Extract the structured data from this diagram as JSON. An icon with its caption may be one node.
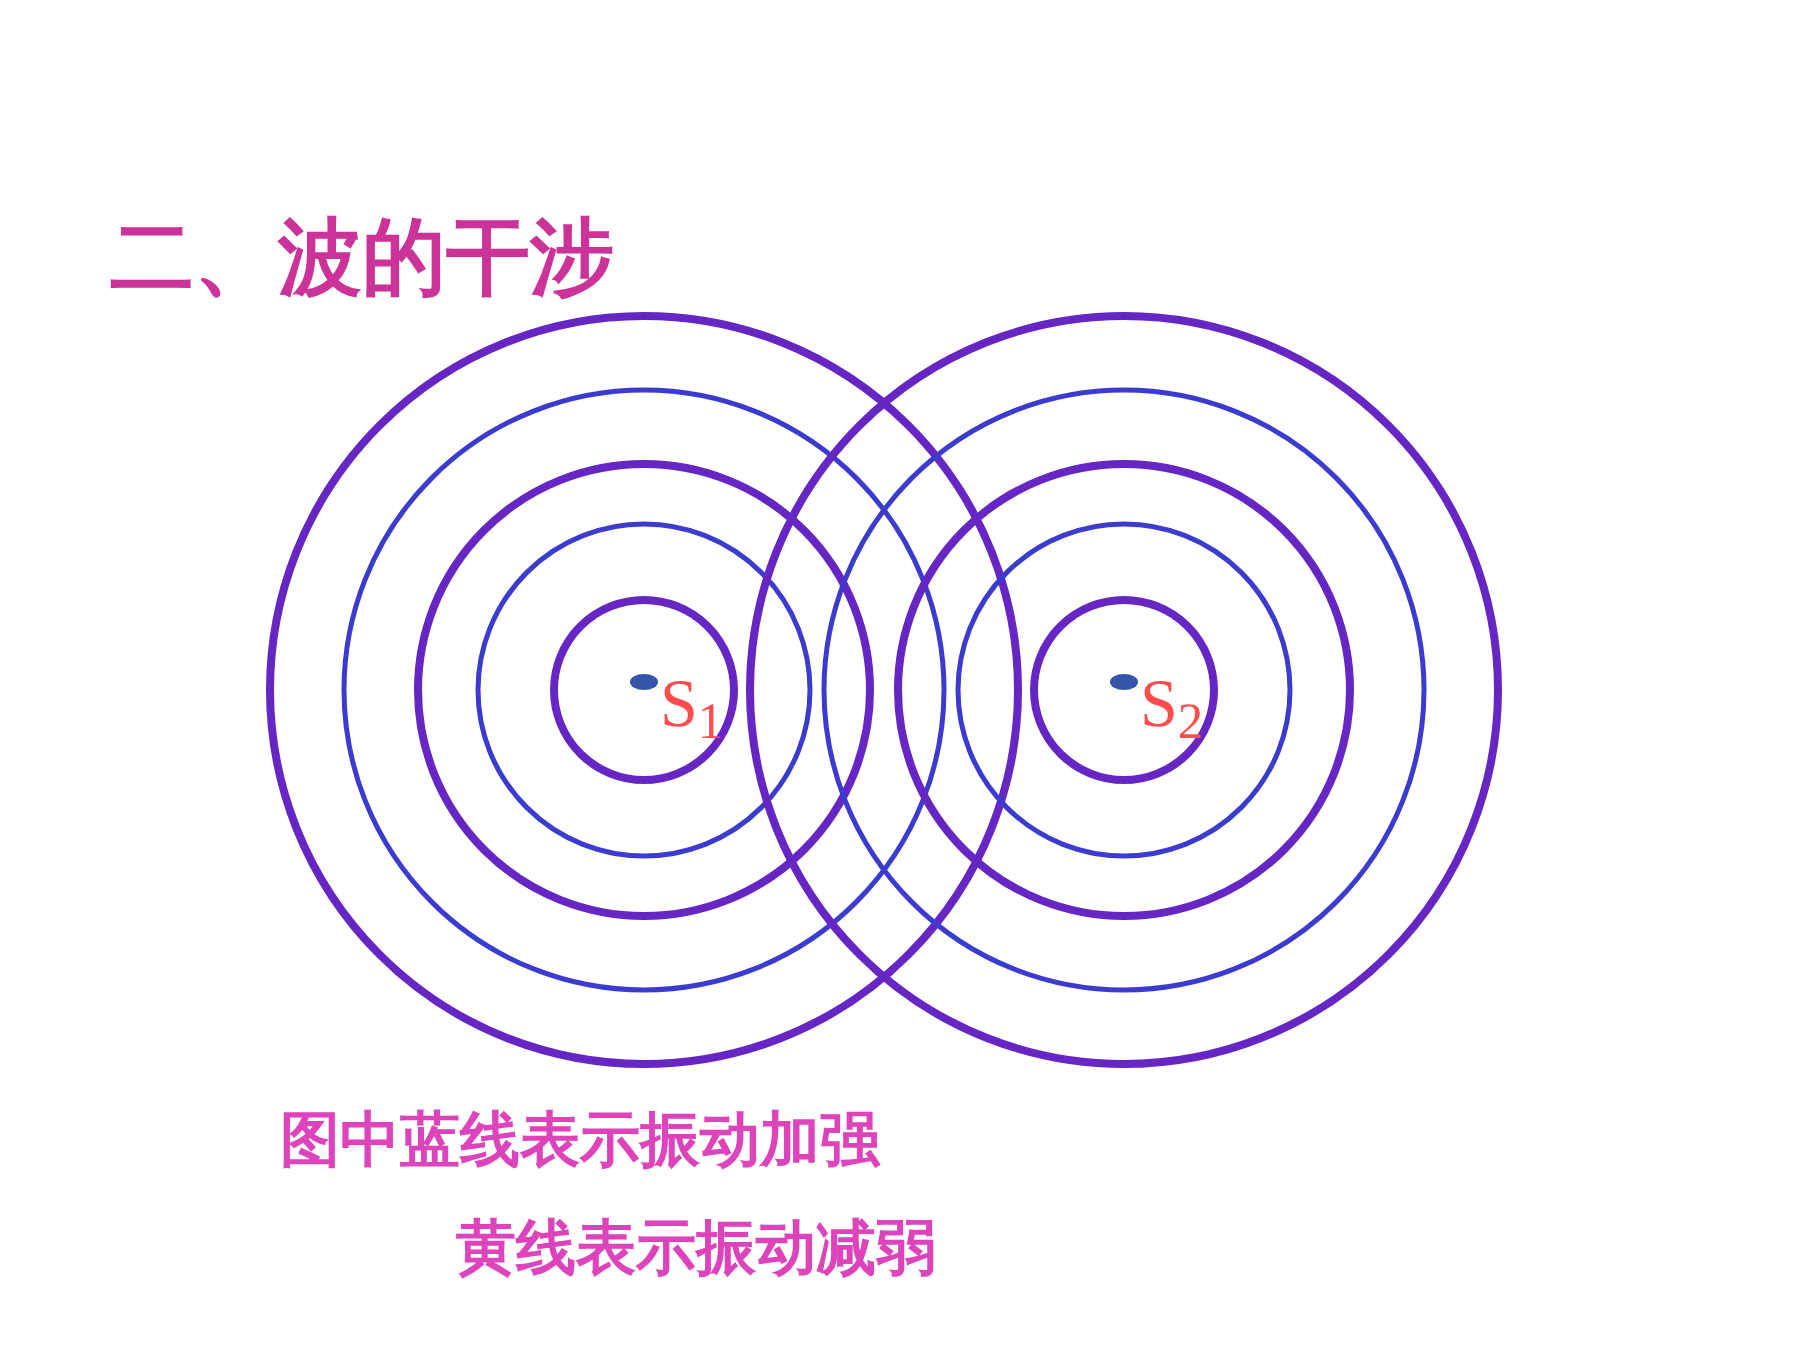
{
  "diagram": {
    "title": "二、波的干涉",
    "labels": [
      "S$_{1}$",
      "S$_{2}$",
      "图中**蓝**线表示振动加强",
      "**黄**线表示振动减弱"
    ]
  }
}
